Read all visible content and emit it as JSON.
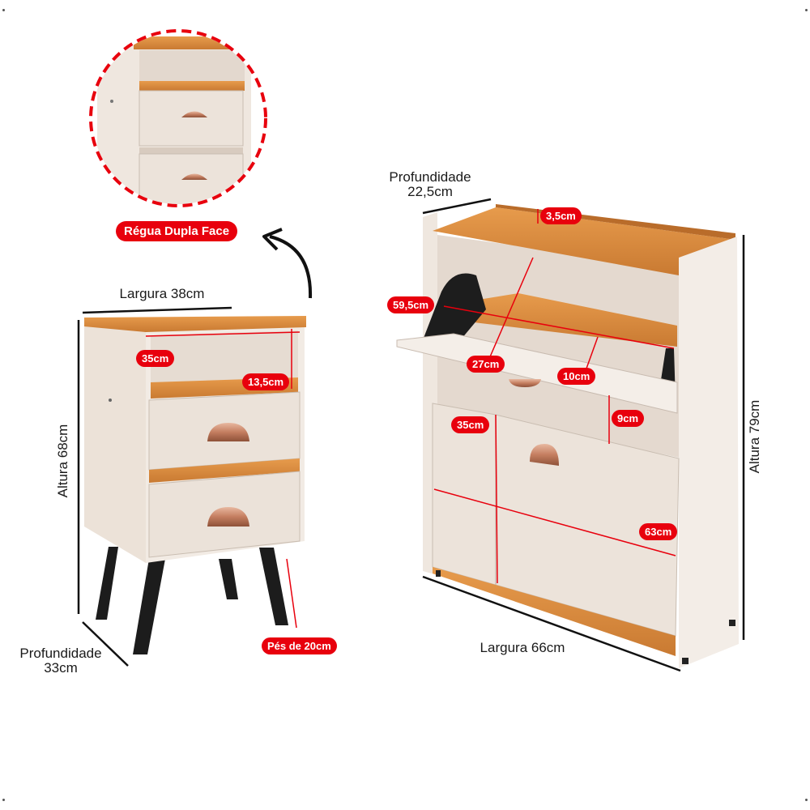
{
  "nightstand": {
    "callout_label": "Régua Dupla Face",
    "width_label": "Largura 38cm",
    "height_label": "Altura 68cm",
    "depth_label_line1": "Profundidade",
    "depth_label_line2": "33cm",
    "inner_width_badge": "35cm",
    "niche_height_badge": "13,5cm",
    "legs_badge": "Pés de 20cm"
  },
  "shoe_rack": {
    "depth_label_line1": "Profundidade",
    "depth_label_line2": "22,5cm",
    "height_label": "Altura 79cm",
    "width_label": "Largura 66cm",
    "top_rail_badge": "3,5cm",
    "flap_width_badge": "59,5cm",
    "flap_depth_badge": "27cm",
    "flap_lip_badge": "10cm",
    "niche_width_badge": "35cm",
    "niche_height_badge": "9cm",
    "door_width_badge": "63cm"
  },
  "colors": {
    "wood": "#d98c3f",
    "off_white": "#ede4dc",
    "leg": "#1c1c1c",
    "accent_red": "#e8000d",
    "handle": "#c98f74"
  }
}
